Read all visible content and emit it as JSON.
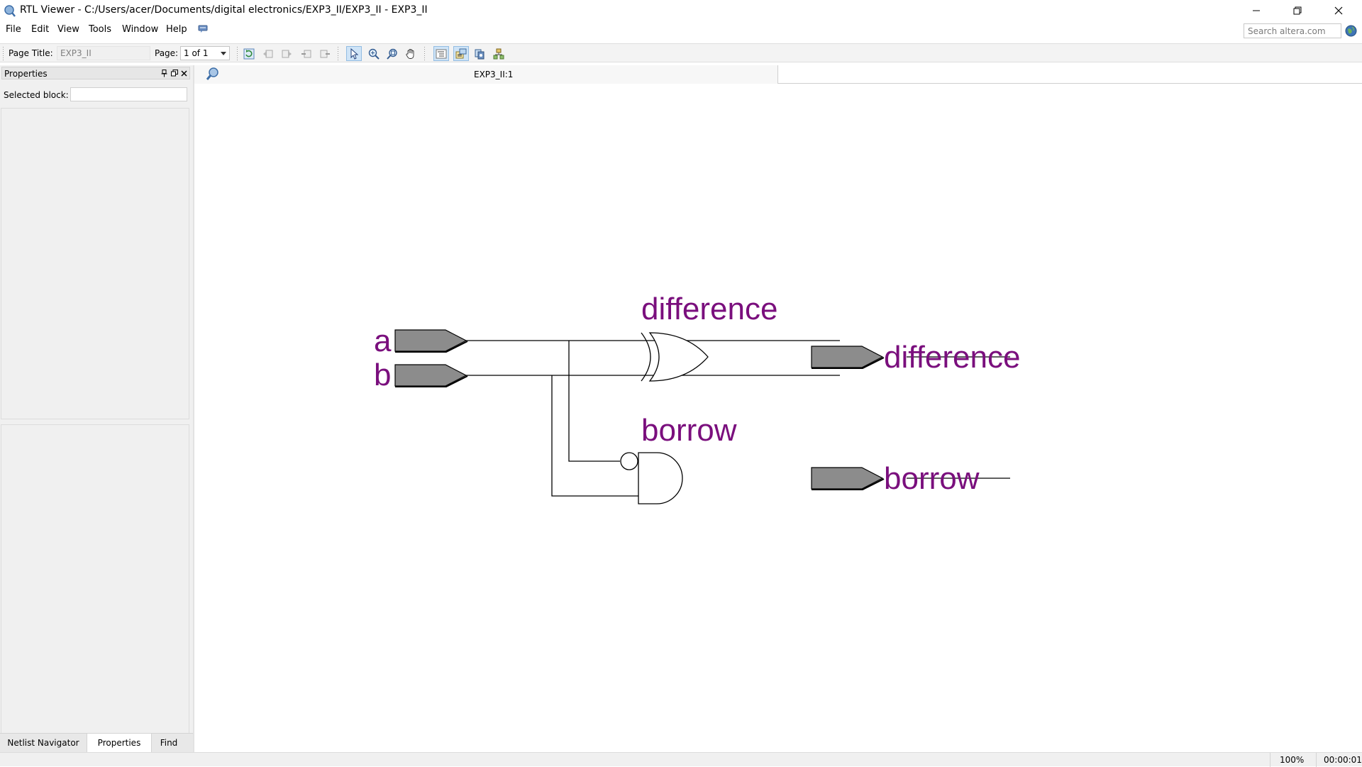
{
  "window": {
    "title": "RTL Viewer - C:/Users/acer/Documents/digital electronics/EXP3_II/EXP3_II - EXP3_II"
  },
  "menubar": {
    "items": [
      {
        "label": "File"
      },
      {
        "label": "Edit"
      },
      {
        "label": "View"
      },
      {
        "label": "Tools"
      },
      {
        "label": "Window"
      },
      {
        "label": "Help"
      }
    ],
    "search_placeholder": "Search altera.com"
  },
  "toolbar": {
    "page_title_label": "Page Title:",
    "page_title_value": "EXP3_II",
    "page_label": "Page:",
    "page_value": "1 of 1"
  },
  "left_panel": {
    "header_title": "Properties",
    "selected_block_label": "Selected block:",
    "selected_block_value": "",
    "tabs": [
      {
        "label": "Netlist Navigator"
      },
      {
        "label": "Properties"
      },
      {
        "label": "Find"
      }
    ]
  },
  "document": {
    "tab_label": "EXP3_II:1"
  },
  "schematic": {
    "inputs": [
      {
        "name": "a"
      },
      {
        "name": "b"
      }
    ],
    "gates": [
      {
        "type": "XOR",
        "label": "difference"
      },
      {
        "type": "AND (inverted input)",
        "label": "borrow"
      }
    ],
    "outputs": [
      {
        "name": "difference"
      },
      {
        "name": "borrow"
      }
    ],
    "colors": {
      "label": "#7a0f7d",
      "port_fill": "#8c8c8c",
      "wire": "#000000"
    }
  },
  "statusbar": {
    "zoom": "100%",
    "elapsed": "00:00:01"
  }
}
